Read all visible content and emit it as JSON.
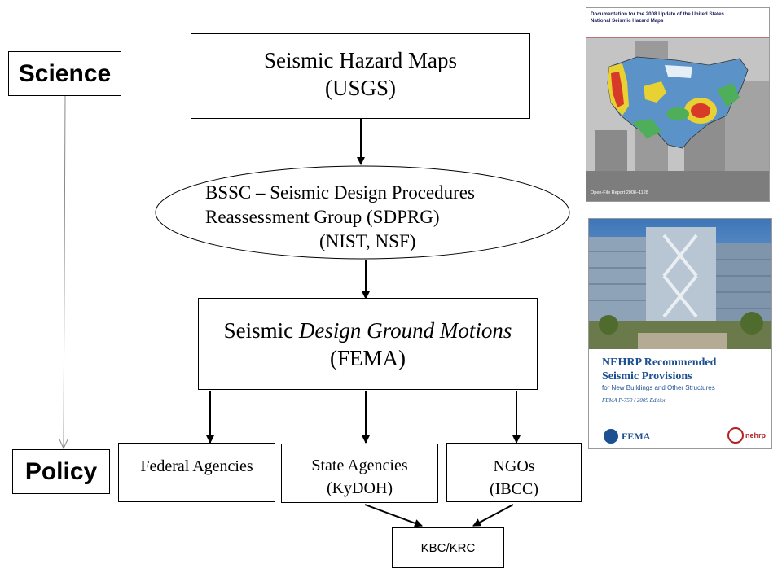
{
  "science_label": "Science",
  "policy_label": "Policy",
  "hazard_maps": {
    "line1": "Seismic Hazard Maps",
    "line2": "(USGS)"
  },
  "bssc": {
    "line1": "BSSC – Seismic Design Procedures",
    "line2": "Reassessment Group (SDPRG)",
    "line3": "(NIST, NSF)"
  },
  "design_motions": {
    "prefix": "Seismic ",
    "italic": "Design Ground Motions",
    "line2": "(FEMA)"
  },
  "federal": {
    "line1": "Federal Agencies"
  },
  "state": {
    "line1": "State Agencies",
    "line2": "(KyDOH)"
  },
  "ngos": {
    "line1": "NGOs",
    "line2": "(IBCC)"
  },
  "kbc": {
    "line1": "KBC/KRC"
  },
  "usgs_cover": {
    "title_line1": "Documentation for the 2008 Update of the United States",
    "title_line2": "National Seismic Hazard Maps",
    "report": "Open-File Report 2008–1128"
  },
  "nehrp_cover": {
    "title_line1": "NEHRP Recommended",
    "title_line2": "Seismic Provisions",
    "subtitle": "for New Buildings and Other Structures",
    "edition": "FEMA P-750 / 2009 Edition",
    "fema_logo": "FEMA",
    "nehrp_logo": "nehrp"
  },
  "colors": {
    "nehrp_blue": "#1d4f91",
    "usgs_red": "#b22222"
  }
}
